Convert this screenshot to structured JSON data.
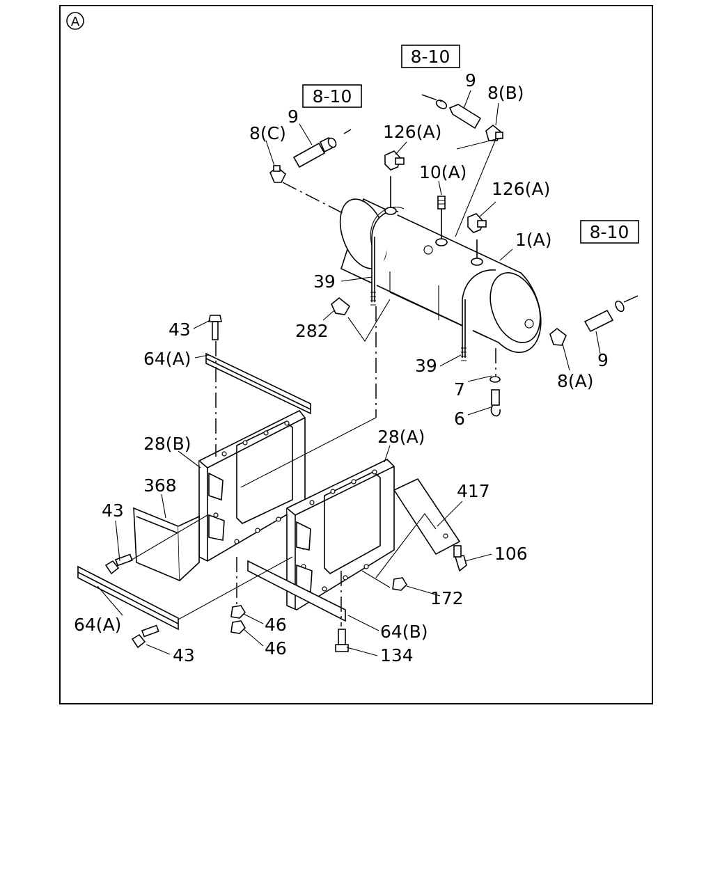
{
  "section_marker": "A",
  "reference_boxes": [
    "8-10",
    "8-10",
    "8-10"
  ],
  "labels": [
    "9",
    "8(C)",
    "9",
    "8(B)",
    "126(A)",
    "10(A)",
    "126(A)",
    "1(A)",
    "39",
    "282",
    "43",
    "64(A)",
    "39",
    "9",
    "8(A)",
    "7",
    "6",
    "28(B)",
    "28(A)",
    "368",
    "417",
    "43",
    "106",
    "172",
    "64(A)",
    "46",
    "46",
    "43",
    "64(B)",
    "134"
  ]
}
